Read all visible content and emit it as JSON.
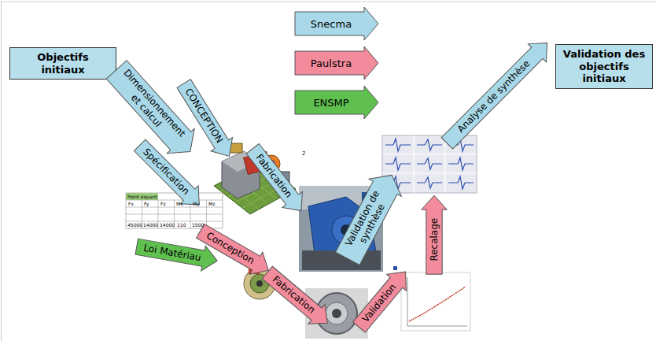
{
  "diagram": {
    "nodes": [
      {
        "text": [
          "Objectifs initiaux"
        ]
      },
      {
        "text": [
          "Validation des objectifs initiaux"
        ]
      },
      {
        "text": [
          "Dimensionnement et calcul"
        ]
      },
      {
        "text": [
          "CONCEPTION"
        ]
      },
      {
        "text": [
          "Spécification"
        ]
      },
      {
        "text": [
          "Fabrication"
        ]
      },
      {
        "text": [
          "Loi Matériau"
        ]
      },
      {
        "text": [
          "Conception"
        ]
      },
      {
        "text": [
          "Fabrication"
        ]
      },
      {
        "text": [
          "Validation"
        ]
      },
      {
        "text": [
          "Validation de synthèse"
        ]
      },
      {
        "text": [
          "Recalage"
        ]
      },
      {
        "text": [
          "Analyse de synthèse"
        ]
      }
    ],
    "labels": [
      "Point équant",
      "Fx",
      "Fy",
      "Fz",
      "Mx",
      "My",
      "Mz",
      "45000",
      "14000",
      "14000",
      "110",
      "1500",
      "2"
    ],
    "legend": [
      {
        "text": "Snecma",
        "color": "#a9d9e9"
      },
      {
        "text": "Paulstra",
        "color": "#f28b9b"
      },
      {
        "text": "ENSMP",
        "color": "#5fc050"
      }
    ]
  }
}
